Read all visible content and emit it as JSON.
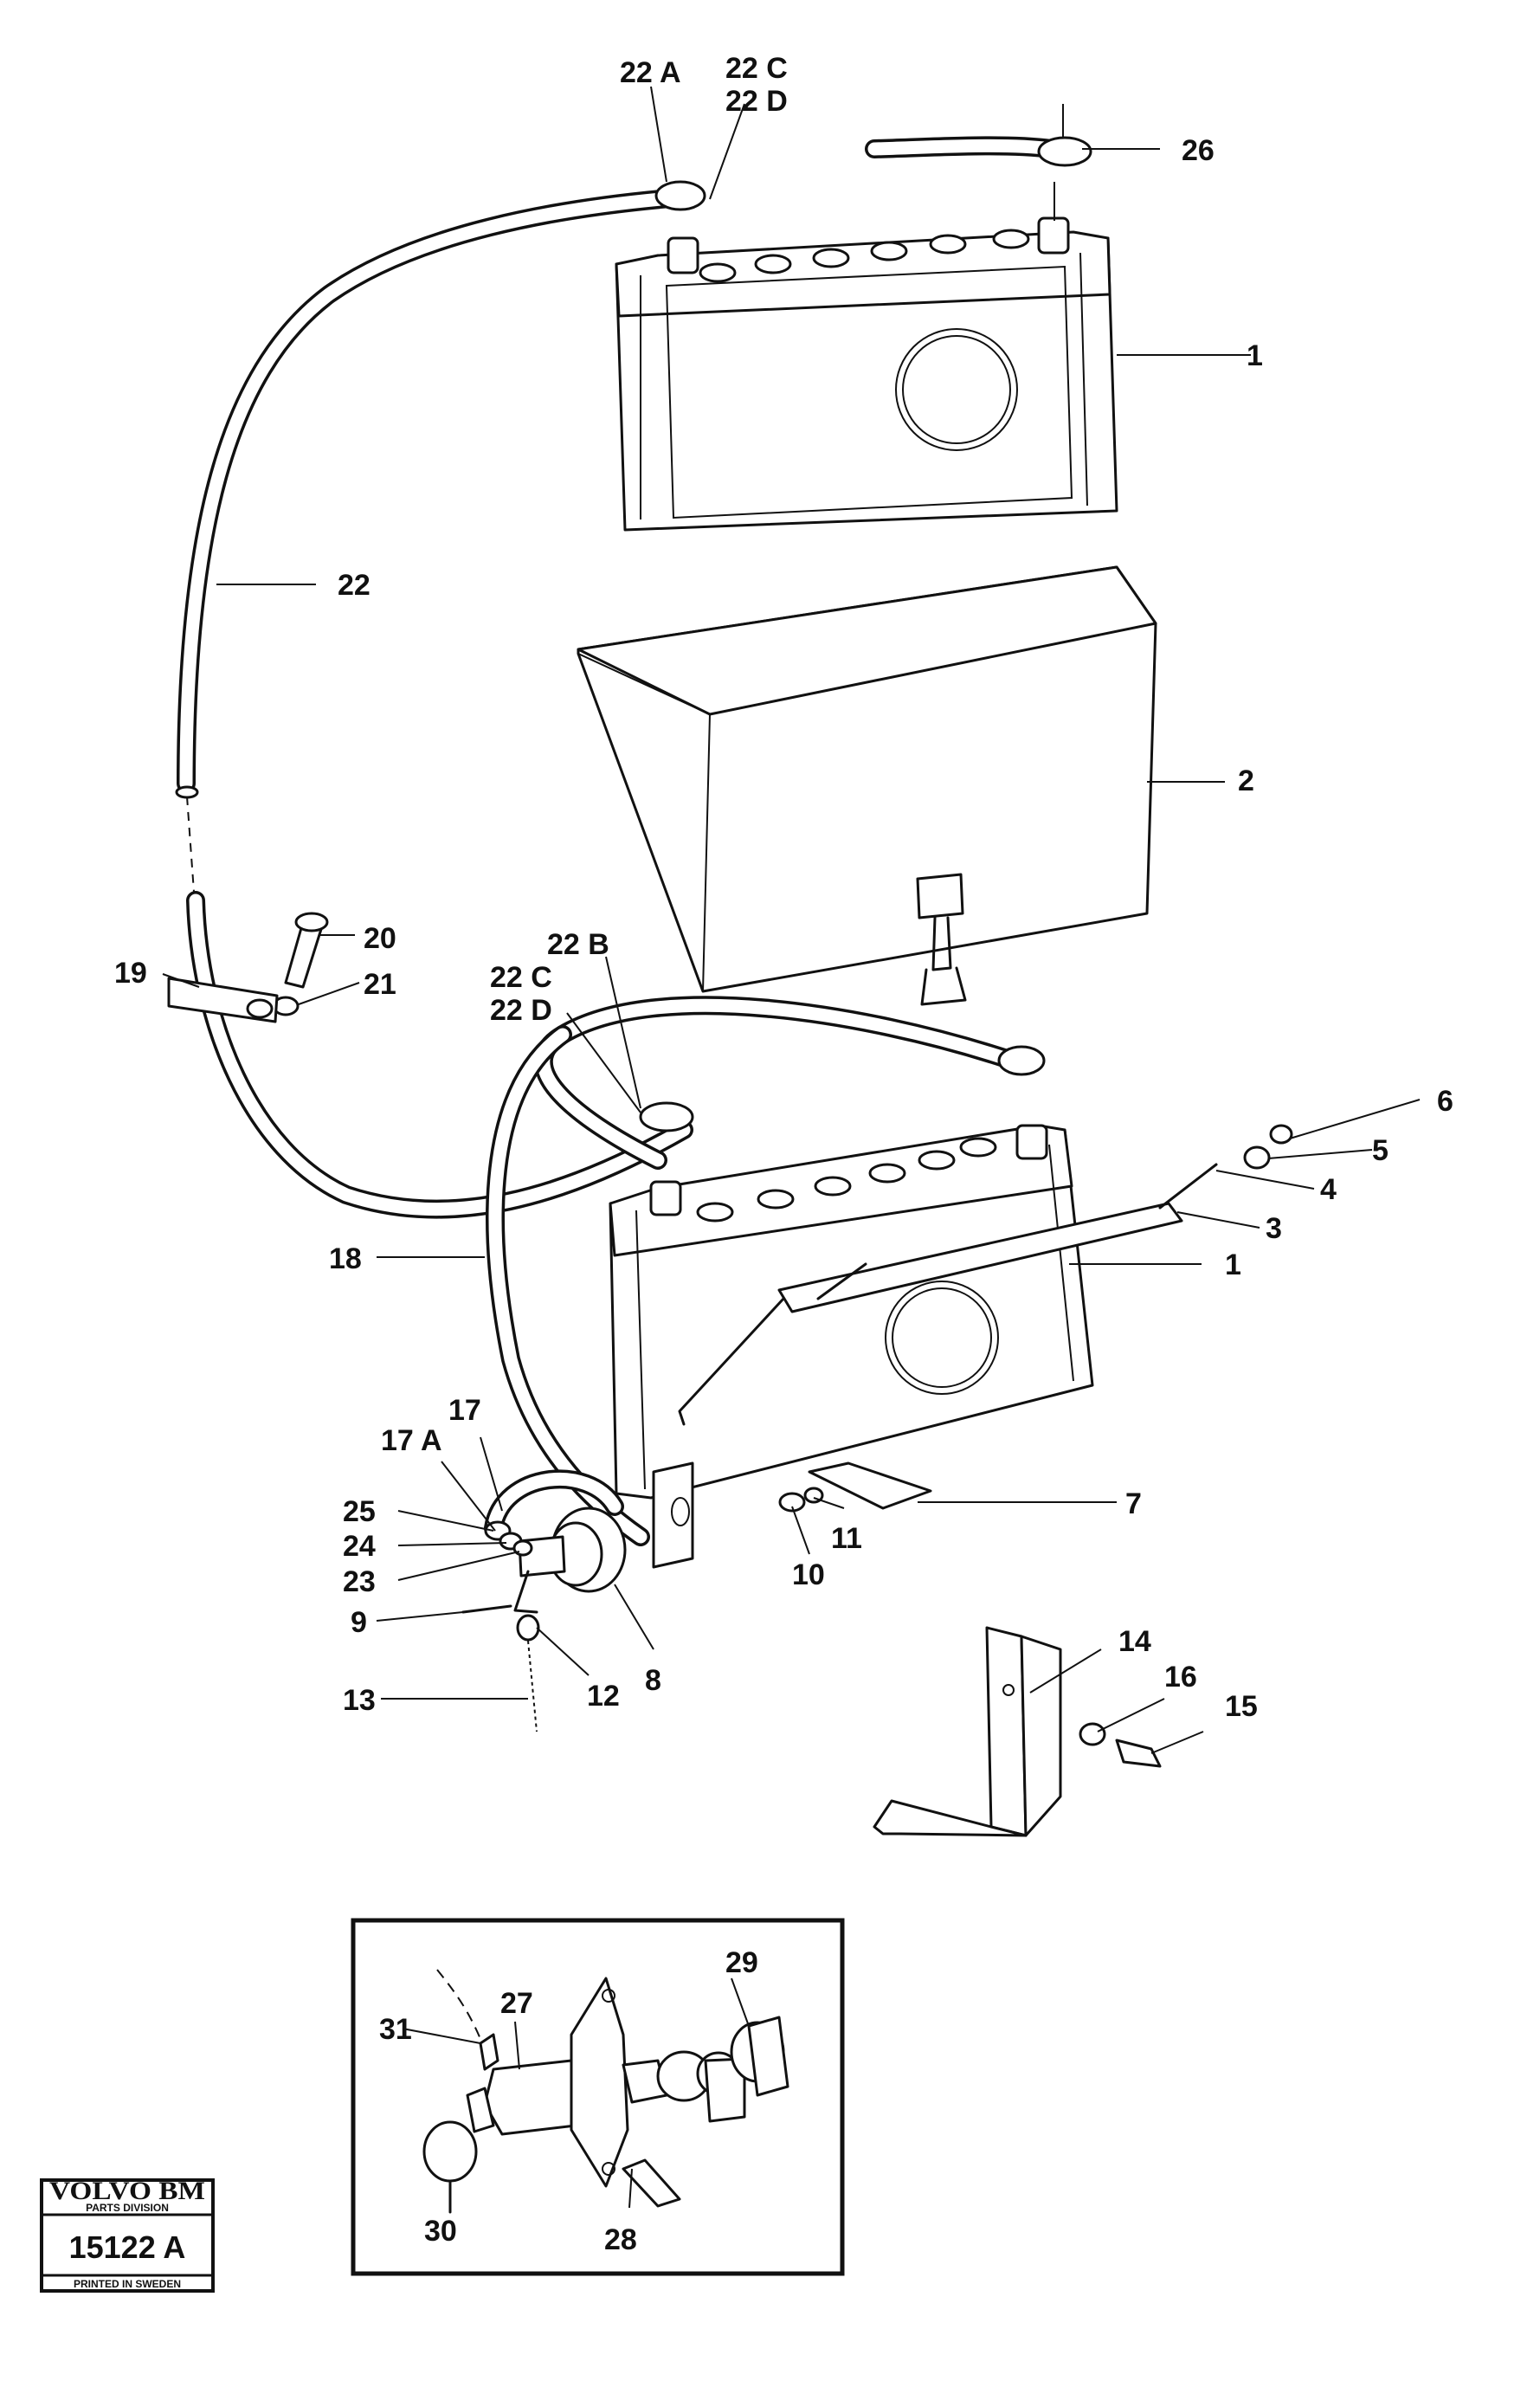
{
  "callouts": {
    "c22a": "22 A",
    "c22c_top": "22 C",
    "c22d_top": "22 D",
    "c26": "26",
    "c1_top": "1",
    "c22": "22",
    "c2": "2",
    "c20": "20",
    "c21": "21",
    "c19": "19",
    "c22b": "22 B",
    "c22c_mid": "22 C",
    "c22d_mid": "22 D",
    "c6": "6",
    "c5": "5",
    "c4": "4",
    "c3": "3",
    "c1_mid": "1",
    "c18": "18",
    "c17": "17",
    "c17a": "17 A",
    "c25": "25",
    "c24": "24",
    "c23": "23",
    "c9": "9",
    "c13": "13",
    "c12": "12",
    "c8": "8",
    "c10": "10",
    "c11": "11",
    "c7": "7",
    "c14": "14",
    "c16": "16",
    "c15": "15",
    "c31": "31",
    "c27": "27",
    "c29": "29",
    "c30": "30",
    "c28": "28"
  },
  "stamp": {
    "brand": "VOLVO BM",
    "division": "PARTS DIVISION",
    "number": "15122 A",
    "printed": "PRINTED IN SWEDEN"
  }
}
